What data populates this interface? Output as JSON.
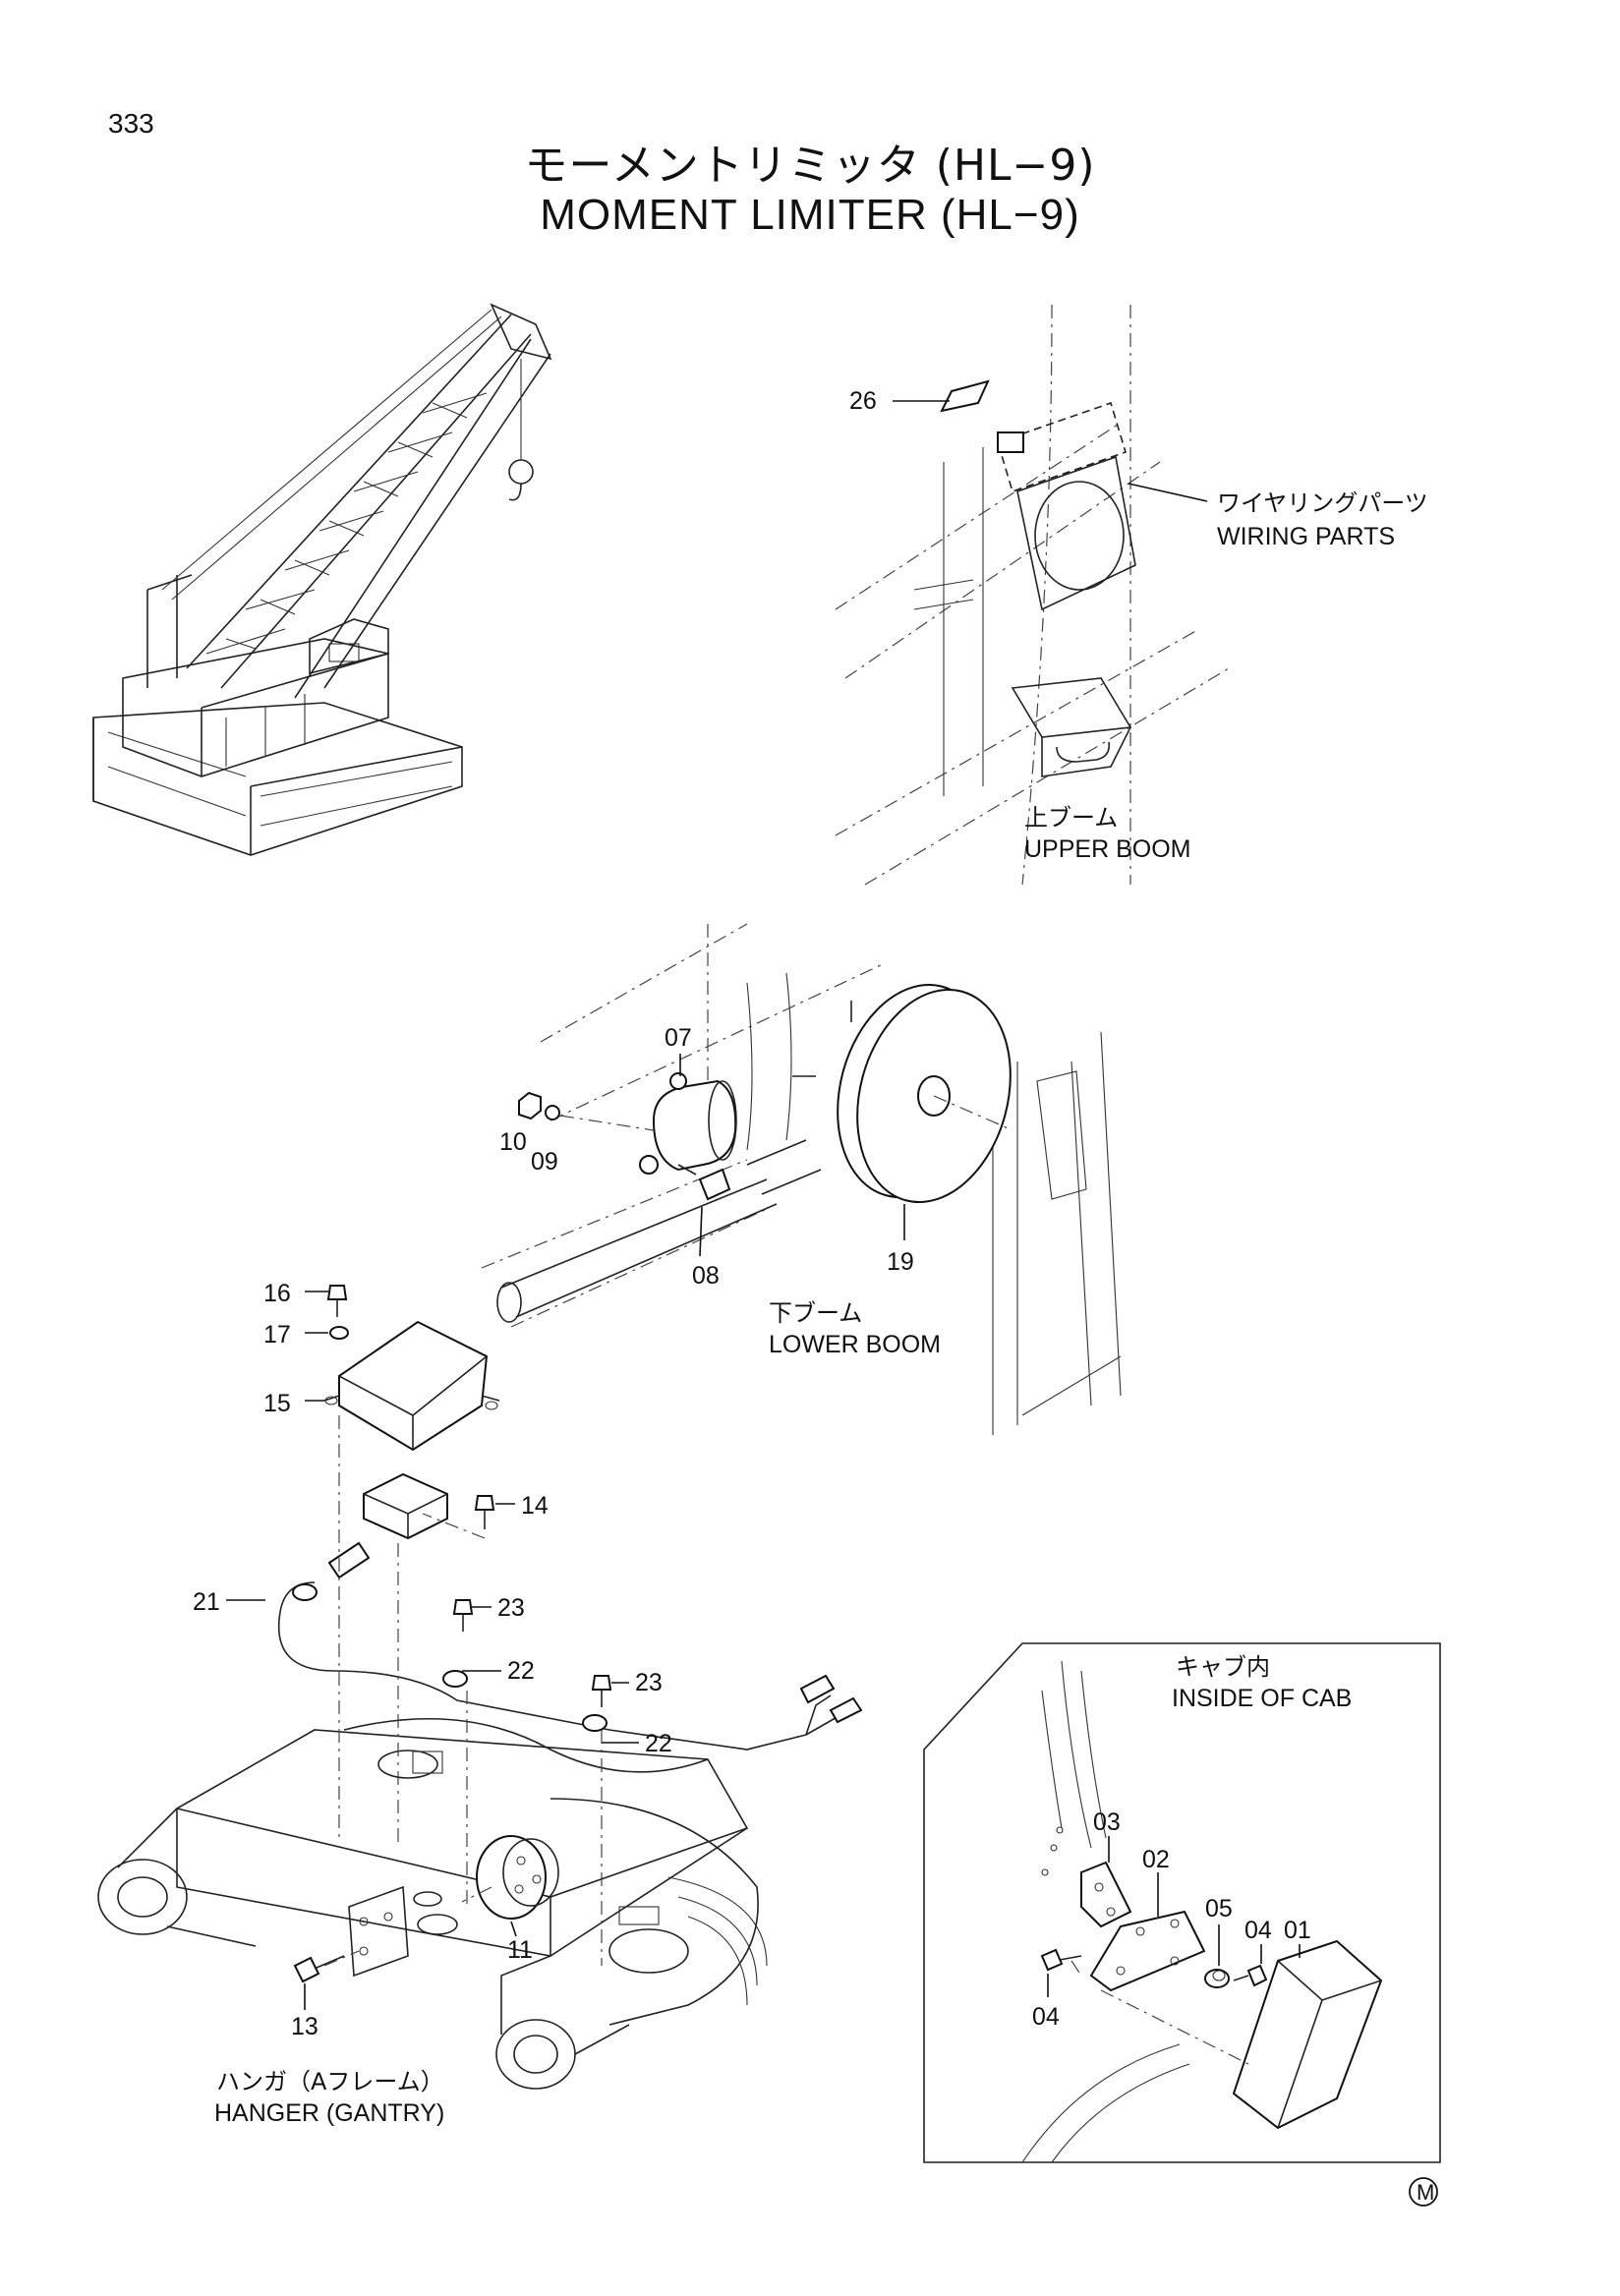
{
  "page_number": "333",
  "title_ja": "モーメントリミッタ (HL−9)",
  "title_en": "MOMENT LIMITER (HL−9)",
  "regions": {
    "wiring_parts_ja": "ワイヤリングパーツ",
    "wiring_parts_en": "WIRING PARTS",
    "upper_boom_ja": "上ブーム",
    "upper_boom_en": "UPPER BOOM",
    "lower_boom_ja": "下ブーム",
    "lower_boom_en": "LOWER BOOM",
    "cab_ja": "キャブ内",
    "cab_en": "INSIDE OF CAB",
    "hanger_ja": "ハンガ（Aフレーム）",
    "hanger_en": "HANGER (GANTRY)"
  },
  "callouts": {
    "c26": "26",
    "c07": "07",
    "c10": "10",
    "c09": "09",
    "c08": "08",
    "c19": "19",
    "c16": "16",
    "c17": "17",
    "c15": "15",
    "c14": "14",
    "c21": "21",
    "c23a": "23",
    "c22a": "22",
    "c23b": "23",
    "c22b": "22",
    "c11": "11",
    "c13": "13",
    "c03": "03",
    "c02": "02",
    "c05": "05",
    "c04a": "04",
    "c01": "01",
    "c04b": "04"
  },
  "footer_mark": "M"
}
